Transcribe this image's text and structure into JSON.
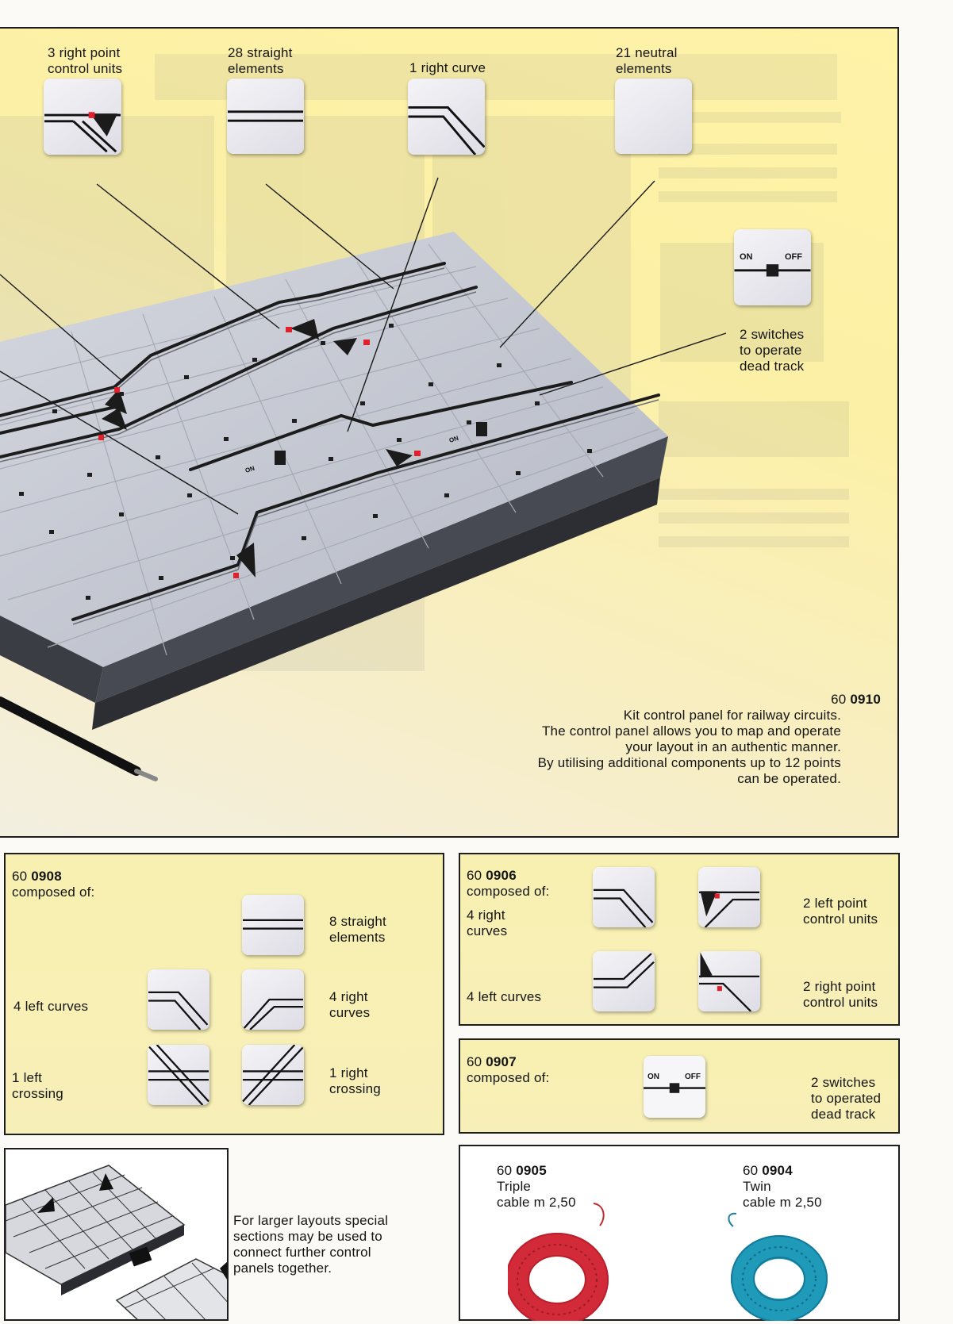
{
  "hero": {
    "callouts": {
      "point_units": "3 right point\ncontrol units",
      "straight": "28 straight\nelements",
      "curve": "1 right curve",
      "neutral": "21 neutral\nelements",
      "switches": "2 switches\nto operate\ndead track"
    },
    "switch_on": "ON",
    "switch_off": "OFF",
    "product": {
      "code_prefix": "60",
      "code_number": "0910",
      "line1": "Kit control panel for railway circuits.",
      "line2": "The control panel allows you to map and operate",
      "line3": "your layout in an authentic manner.",
      "line4": "By utilising additional components up to 12 points",
      "line5": "can be operated."
    }
  },
  "kit_0908": {
    "code_prefix": "60",
    "code_number": "0908",
    "composed": "composed of:",
    "straight": "8 straight\nelements",
    "left_curves": "4 left curves",
    "right_curves": "4 right\ncurves",
    "left_crossing": "1 left\ncrossing",
    "right_crossing": "1 right\ncrossing"
  },
  "kit_0906": {
    "code_prefix": "60",
    "code_number": "0906",
    "composed": "composed of:",
    "right_curves": "4 right\ncurves",
    "left_curves": "4 left curves",
    "left_point": "2 left point\ncontrol units",
    "right_point": "2 right point\ncontrol units"
  },
  "kit_0907": {
    "code_prefix": "60",
    "code_number": "0907",
    "composed": "composed of:",
    "switches": "2 switches\nto operated\ndead track",
    "switch_on": "ON",
    "switch_off": "OFF"
  },
  "extension": {
    "text": "For larger layouts special\nsections may be used to\nconnect further control\npanels together."
  },
  "cables": {
    "triple": {
      "code_prefix": "60",
      "code_number": "0905",
      "name": "Triple",
      "length": "cable m 2,50",
      "color": "#d32a3a"
    },
    "twin": {
      "code_prefix": "60",
      "code_number": "0904",
      "name": "Twin",
      "length": "cable m 2,50",
      "color": "#1f9ab8"
    }
  },
  "colors": {
    "panel_yellow": "#fcf0a6",
    "track": "#1c1c1c",
    "marker_red": "#e0202a"
  }
}
